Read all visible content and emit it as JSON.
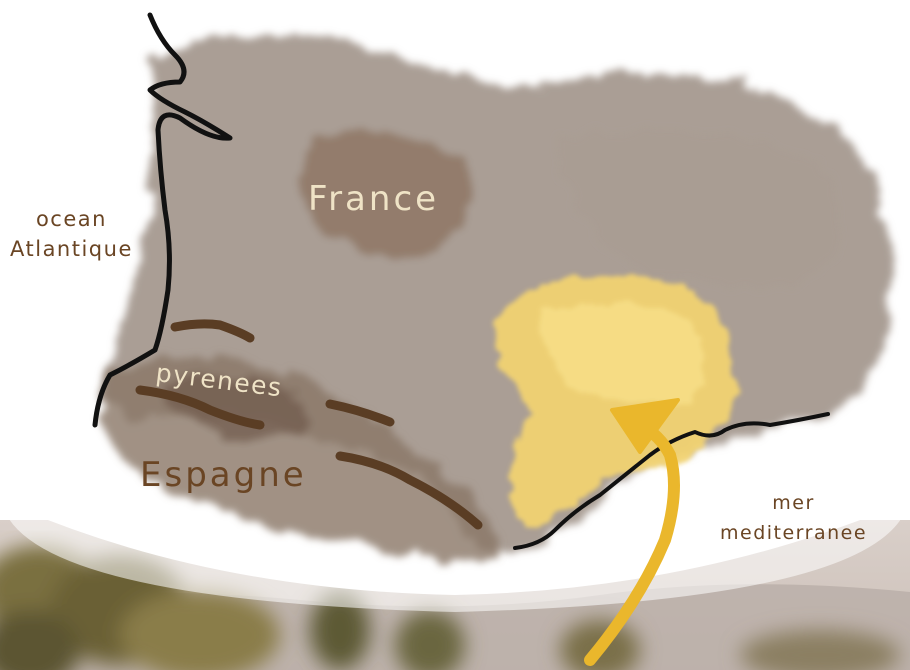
{
  "map": {
    "labels": {
      "france": "France",
      "ocean_line1": "ocean",
      "ocean_line2": "Atlantique",
      "pyrenees": "pyrenees",
      "espagne": "Espagne",
      "mer_line1": "mer",
      "mer_line2": "mediterranee"
    },
    "colors": {
      "background": "#ffffff",
      "france_land": "#9b8d82",
      "spain_land": "#8a7565",
      "highlight_region": "#f3d470",
      "arrow": "#eab72c",
      "coastline": "#111111",
      "mountains": "#5a3d24",
      "label_light": "#efe3c6",
      "label_dark": "#6a4524",
      "landscape_sky": "#e8e3e0",
      "landscape_trees": "#6e6a3e"
    },
    "icons": {
      "arrow": "wind-direction-arrow-icon",
      "mountains": "mountain-range-icon"
    }
  }
}
